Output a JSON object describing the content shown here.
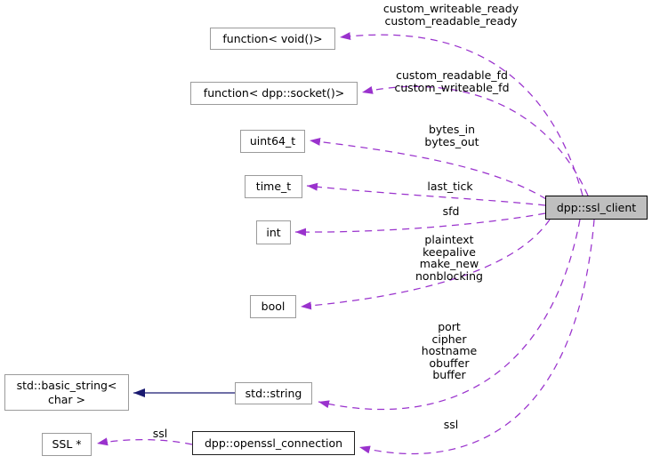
{
  "diagram_type": "doxygen-collaboration-graph",
  "colors": {
    "usage_edge": "#9a32cd",
    "inheritance_edge": "#191970",
    "current_node_fill": "#bfbfbf",
    "node_border": "#9b9b9b",
    "class_node_border": "#1f1f1f",
    "background": "#ffffff"
  },
  "nodes": {
    "ssl_client": {
      "label": "dpp::ssl_client"
    },
    "function_void": {
      "label": "function< void()>"
    },
    "function_socket": {
      "label": "function< dpp::socket()>"
    },
    "uint64": {
      "label": "uint64_t"
    },
    "time_t": {
      "label": "time_t"
    },
    "int": {
      "label": "int"
    },
    "bool": {
      "label": "bool"
    },
    "basic_string": {
      "lines": [
        "std::basic_string<",
        "char >"
      ]
    },
    "std_string": {
      "label": "std::string"
    },
    "ssl_ptr": {
      "label": "SSL *"
    },
    "openssl_connection": {
      "label": "dpp::openssl_connection"
    }
  },
  "edge_labels": {
    "custom_ready": {
      "lines": [
        "custom_writeable_ready",
        "custom_readable_ready"
      ]
    },
    "custom_fd": {
      "lines": [
        "custom_readable_fd",
        "custom_writeable_fd"
      ]
    },
    "bytes": {
      "lines": [
        "bytes_in",
        "bytes_out"
      ]
    },
    "last_tick": {
      "lines": [
        "last_tick"
      ]
    },
    "sfd": {
      "lines": [
        "sfd"
      ]
    },
    "bool_members": {
      "lines": [
        "plaintext",
        "keepalive",
        "make_new",
        "nonblocking"
      ]
    },
    "string_members": {
      "lines": [
        "port",
        "cipher",
        "hostname",
        "obuffer",
        "buffer"
      ]
    },
    "ssl_member": {
      "lines": [
        "ssl"
      ]
    },
    "ssl_ptr_member": {
      "lines": [
        "ssl"
      ]
    }
  }
}
